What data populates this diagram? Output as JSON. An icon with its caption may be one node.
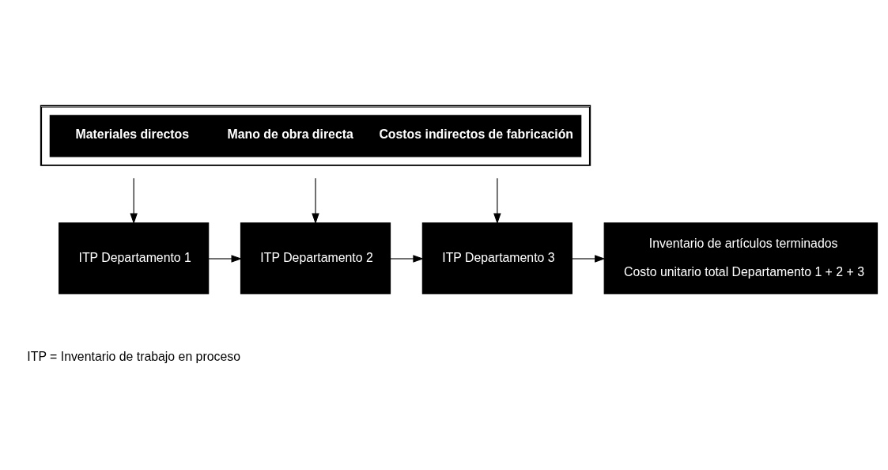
{
  "diagram": {
    "nodes": [
      {
        "text": [
          "Materiales directos",
          "Mano de obra directa",
          "Costos indirectos de fabricación"
        ]
      },
      {
        "text": [
          "ITP Departamento 1"
        ]
      },
      {
        "text": [
          "ITP Departamento 2"
        ]
      },
      {
        "text": [
          "ITP Departamento 3"
        ]
      },
      {
        "text": [
          "Inventario de artículos terminados",
          "Costo unitario total Departamento 1 + 2 + 3"
        ]
      }
    ],
    "edges": [
      {
        "from": 0,
        "to": 1,
        "arrow": "to"
      },
      {
        "from": 0,
        "to": 2,
        "arrow": "to"
      },
      {
        "from": 0,
        "to": 3,
        "arrow": "to"
      },
      {
        "from": 1,
        "to": 2,
        "arrow": "to"
      },
      {
        "from": 2,
        "to": 3,
        "arrow": "to"
      },
      {
        "from": 3,
        "to": 4,
        "arrow": "to"
      }
    ],
    "labels": [
      "ITP = Inventario de trabajo en proceso"
    ]
  }
}
